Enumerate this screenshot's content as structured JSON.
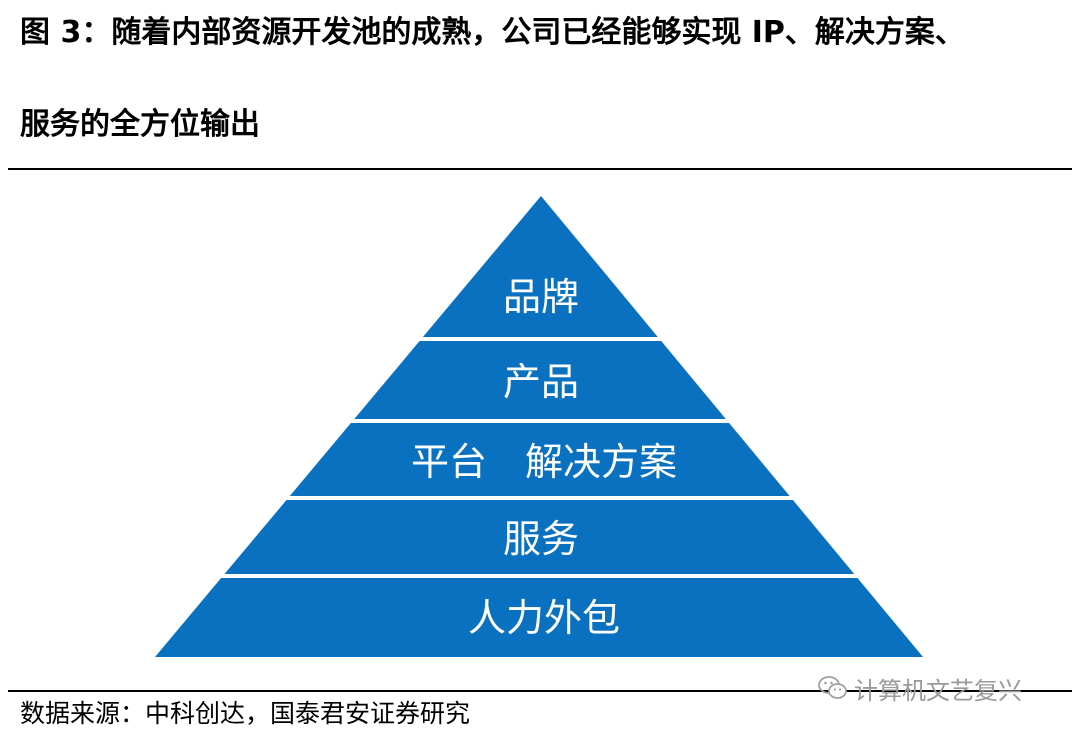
{
  "title": {
    "line1": "图 3：随着内部资源开发池的成熟，公司已经能够实现 IP、解决方案、",
    "line2": "服务的全方位输出"
  },
  "pyramid": {
    "fill_color": "#0a70c0",
    "text_color": "#ffffff",
    "tiers": [
      {
        "label": "品牌"
      },
      {
        "label": "产品"
      },
      {
        "label": "平台　解决方案"
      },
      {
        "label": "服务"
      },
      {
        "label": "人力外包"
      }
    ]
  },
  "source": "数据来源：中科创达，国泰君安证券研究",
  "watermark": {
    "icon": "wechat-icon",
    "text": "计算机文艺复兴"
  }
}
